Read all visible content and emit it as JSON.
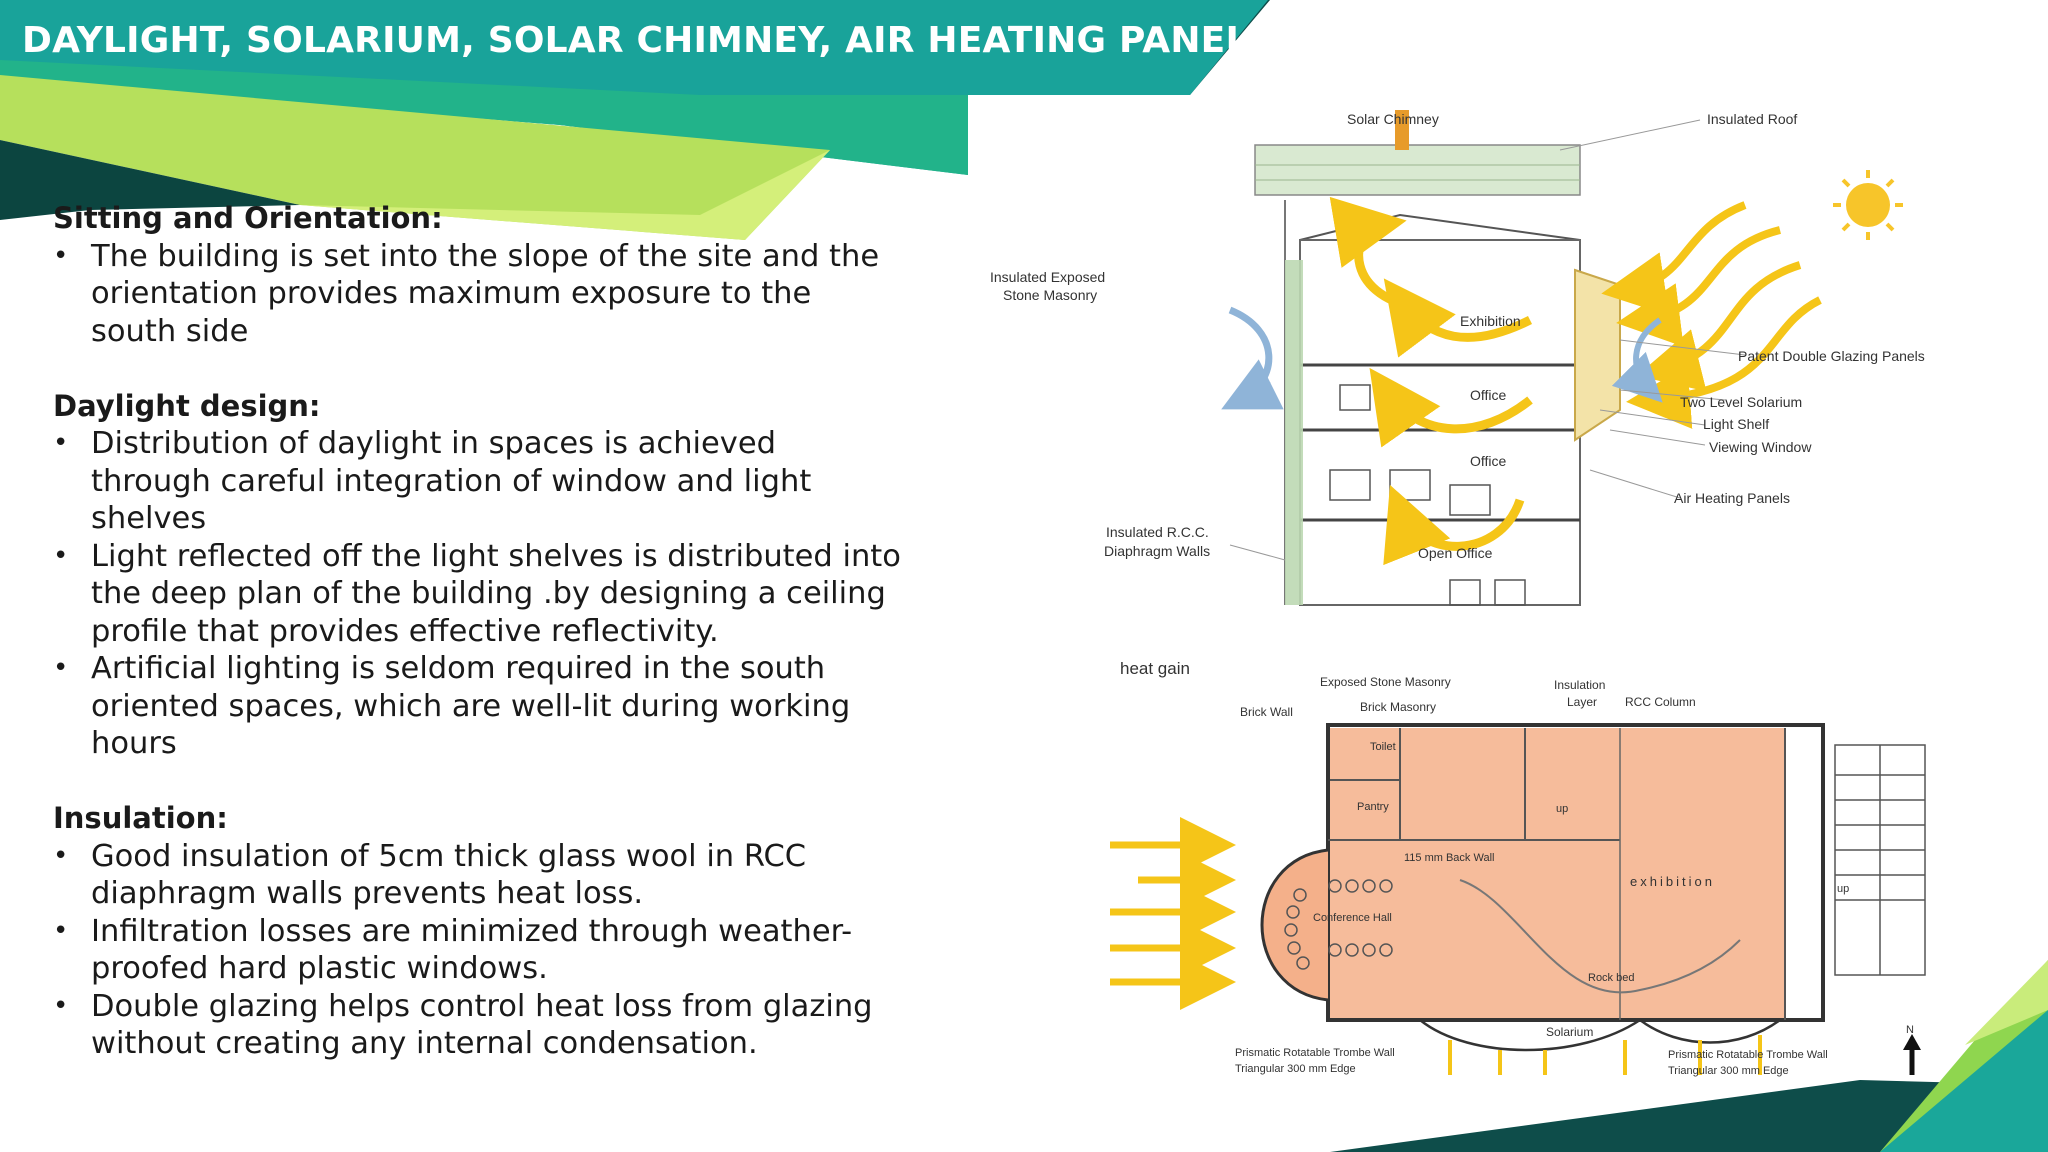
{
  "title": "DAYLIGHT, SOLARIUM, SOLAR CHIMNEY, AIR HEATING PANELS",
  "sections": [
    {
      "heading": "Sitting and Orientation:",
      "bullets": [
        "The building is set into the slope of the site and the orientation provides maximum exposure to the south side"
      ]
    },
    {
      "heading": "Daylight design:",
      "bullets": [
        "Distribution of daylight in spaces is achieved through careful integration of window and light shelves",
        "Light reflected off the light shelves is distributed into the deep plan of the building .by designing a ceiling profile that provides effective reflectivity.",
        "Artificial lighting is seldom required in the south oriented spaces, which are well-lit during working hours"
      ]
    },
    {
      "heading": "Insulation:",
      "bullets": [
        "Good insulation of 5cm thick glass wool in RCC diaphragm walls prevents heat loss.",
        "Infiltration losses are minimized through weather-proofed hard plastic windows.",
        "Double glazing helps control heat loss from glazing without creating any internal condensation."
      ]
    }
  ],
  "bullet_glyph": "•",
  "section_diagram": {
    "labels": {
      "solar_chimney": "Solar Chimney",
      "insulated_roof": "Insulated Roof",
      "insulated_exposed_stone_1": "Insulated Exposed",
      "insulated_exposed_stone_2": "Stone Masonry",
      "exhibition": "Exhibition",
      "office_upper": "Office",
      "office_lower": "Office",
      "open_office": "Open Office",
      "patent_double_glazing": "Patent Double Glazing Panels",
      "two_level_solarium": "Two Level Solarium",
      "light_shelf": "Light Shelf",
      "viewing_window": "Viewing Window",
      "air_heating_panels": "Air Heating Panels",
      "insulated_rcc_1": "Insulated R.C.C.",
      "insulated_rcc_2": "Diaphragm Walls"
    }
  },
  "plan_diagram": {
    "labels": {
      "heat_gain": "heat gain",
      "exposed_stone": "Exposed Stone Masonry",
      "brick_masonry": "Brick Masonry",
      "brick_wall": "Brick Wall",
      "insulation_layer_1": "Insulation",
      "insulation_layer_2": "Layer",
      "rcc_column": "RCC Column",
      "toilet": "Toilet",
      "pantry": "Pantry",
      "up_1": "up",
      "up_2": "up",
      "back_wall": "115 mm Back Wall",
      "exhibition": "exhibition",
      "conference_hall": "Conference Hall",
      "rock_bed": "Rock bed",
      "solarium": "Solarium",
      "trombe_left_1": "Prismatic Rotatable Trombe Wall",
      "trombe_left_2": "Triangular 300 mm Edge",
      "trombe_right_1": "Prismatic Rotatable Trombe Wall",
      "trombe_right_2": "Triangular 300 mm Edge",
      "north": "N"
    }
  },
  "colors": {
    "teal_dark": "#0e4d4a",
    "teal": "#1aa79a",
    "green_light": "#b8e35a",
    "arrow_yellow": "#f5c518",
    "plan_fill": "#f4b08a"
  }
}
